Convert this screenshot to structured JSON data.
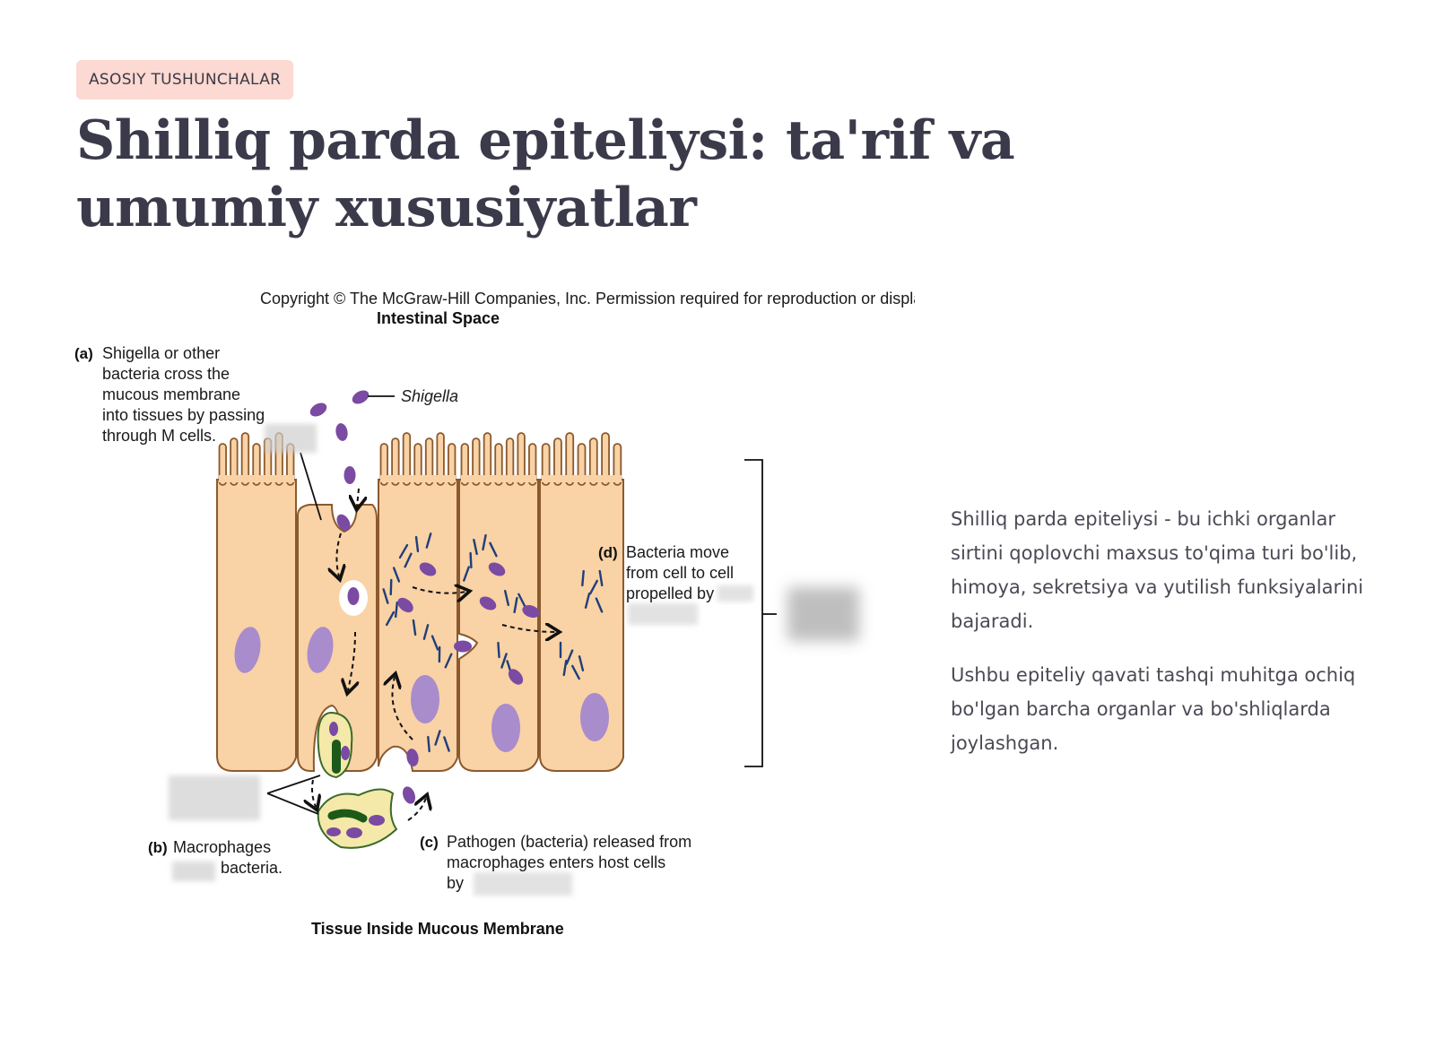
{
  "badge": "ASOSIY TUSHUNCHALAR",
  "title": "Shilliq parda epiteliysi: ta'rif va umumiy xususiyatlar",
  "figure": {
    "copyright": "Copyright © The McGraw-Hill Companies, Inc. Permission required for reproduction or display.",
    "top_label": "Intestinal Space",
    "bottom_label": "Tissue Inside Mucous Membrane",
    "shigella_label": "Shigella",
    "a": {
      "marker": "(a)",
      "lines": [
        "Shigella or other",
        "bacteria cross the",
        "mucous membrane",
        "into tissues by passing",
        "through M cells."
      ]
    },
    "b": {
      "marker": "(b)",
      "lines": [
        "Macrophages",
        "bacteria."
      ]
    },
    "c": {
      "marker": "(c)",
      "lines": [
        "Pathogen (bacteria) released from",
        "macrophages enters host cells",
        "by"
      ]
    },
    "d": {
      "marker": "(d)",
      "lines": [
        "Bacteria move",
        "from cell to cell",
        "propelled by"
      ]
    },
    "colors": {
      "cell": "#f9d2a5",
      "outline": "#8a5a2e",
      "bacteria": "#7b4aa3",
      "nucleus": "#a98ccc",
      "actin": "#1f3f7a"
    }
  },
  "paragraphs": [
    "Shilliq parda epiteliysi - bu ichki organlar sirtini qoplovchi maxsus to'qima turi bo'lib, himoya, sekretsiya va yutilish funksiyalarini bajaradi.",
    "Ushbu epiteliy qavati tashqi muhitga ochiq bo'lgan barcha organlar va bo'shliqlarda joylashgan."
  ]
}
